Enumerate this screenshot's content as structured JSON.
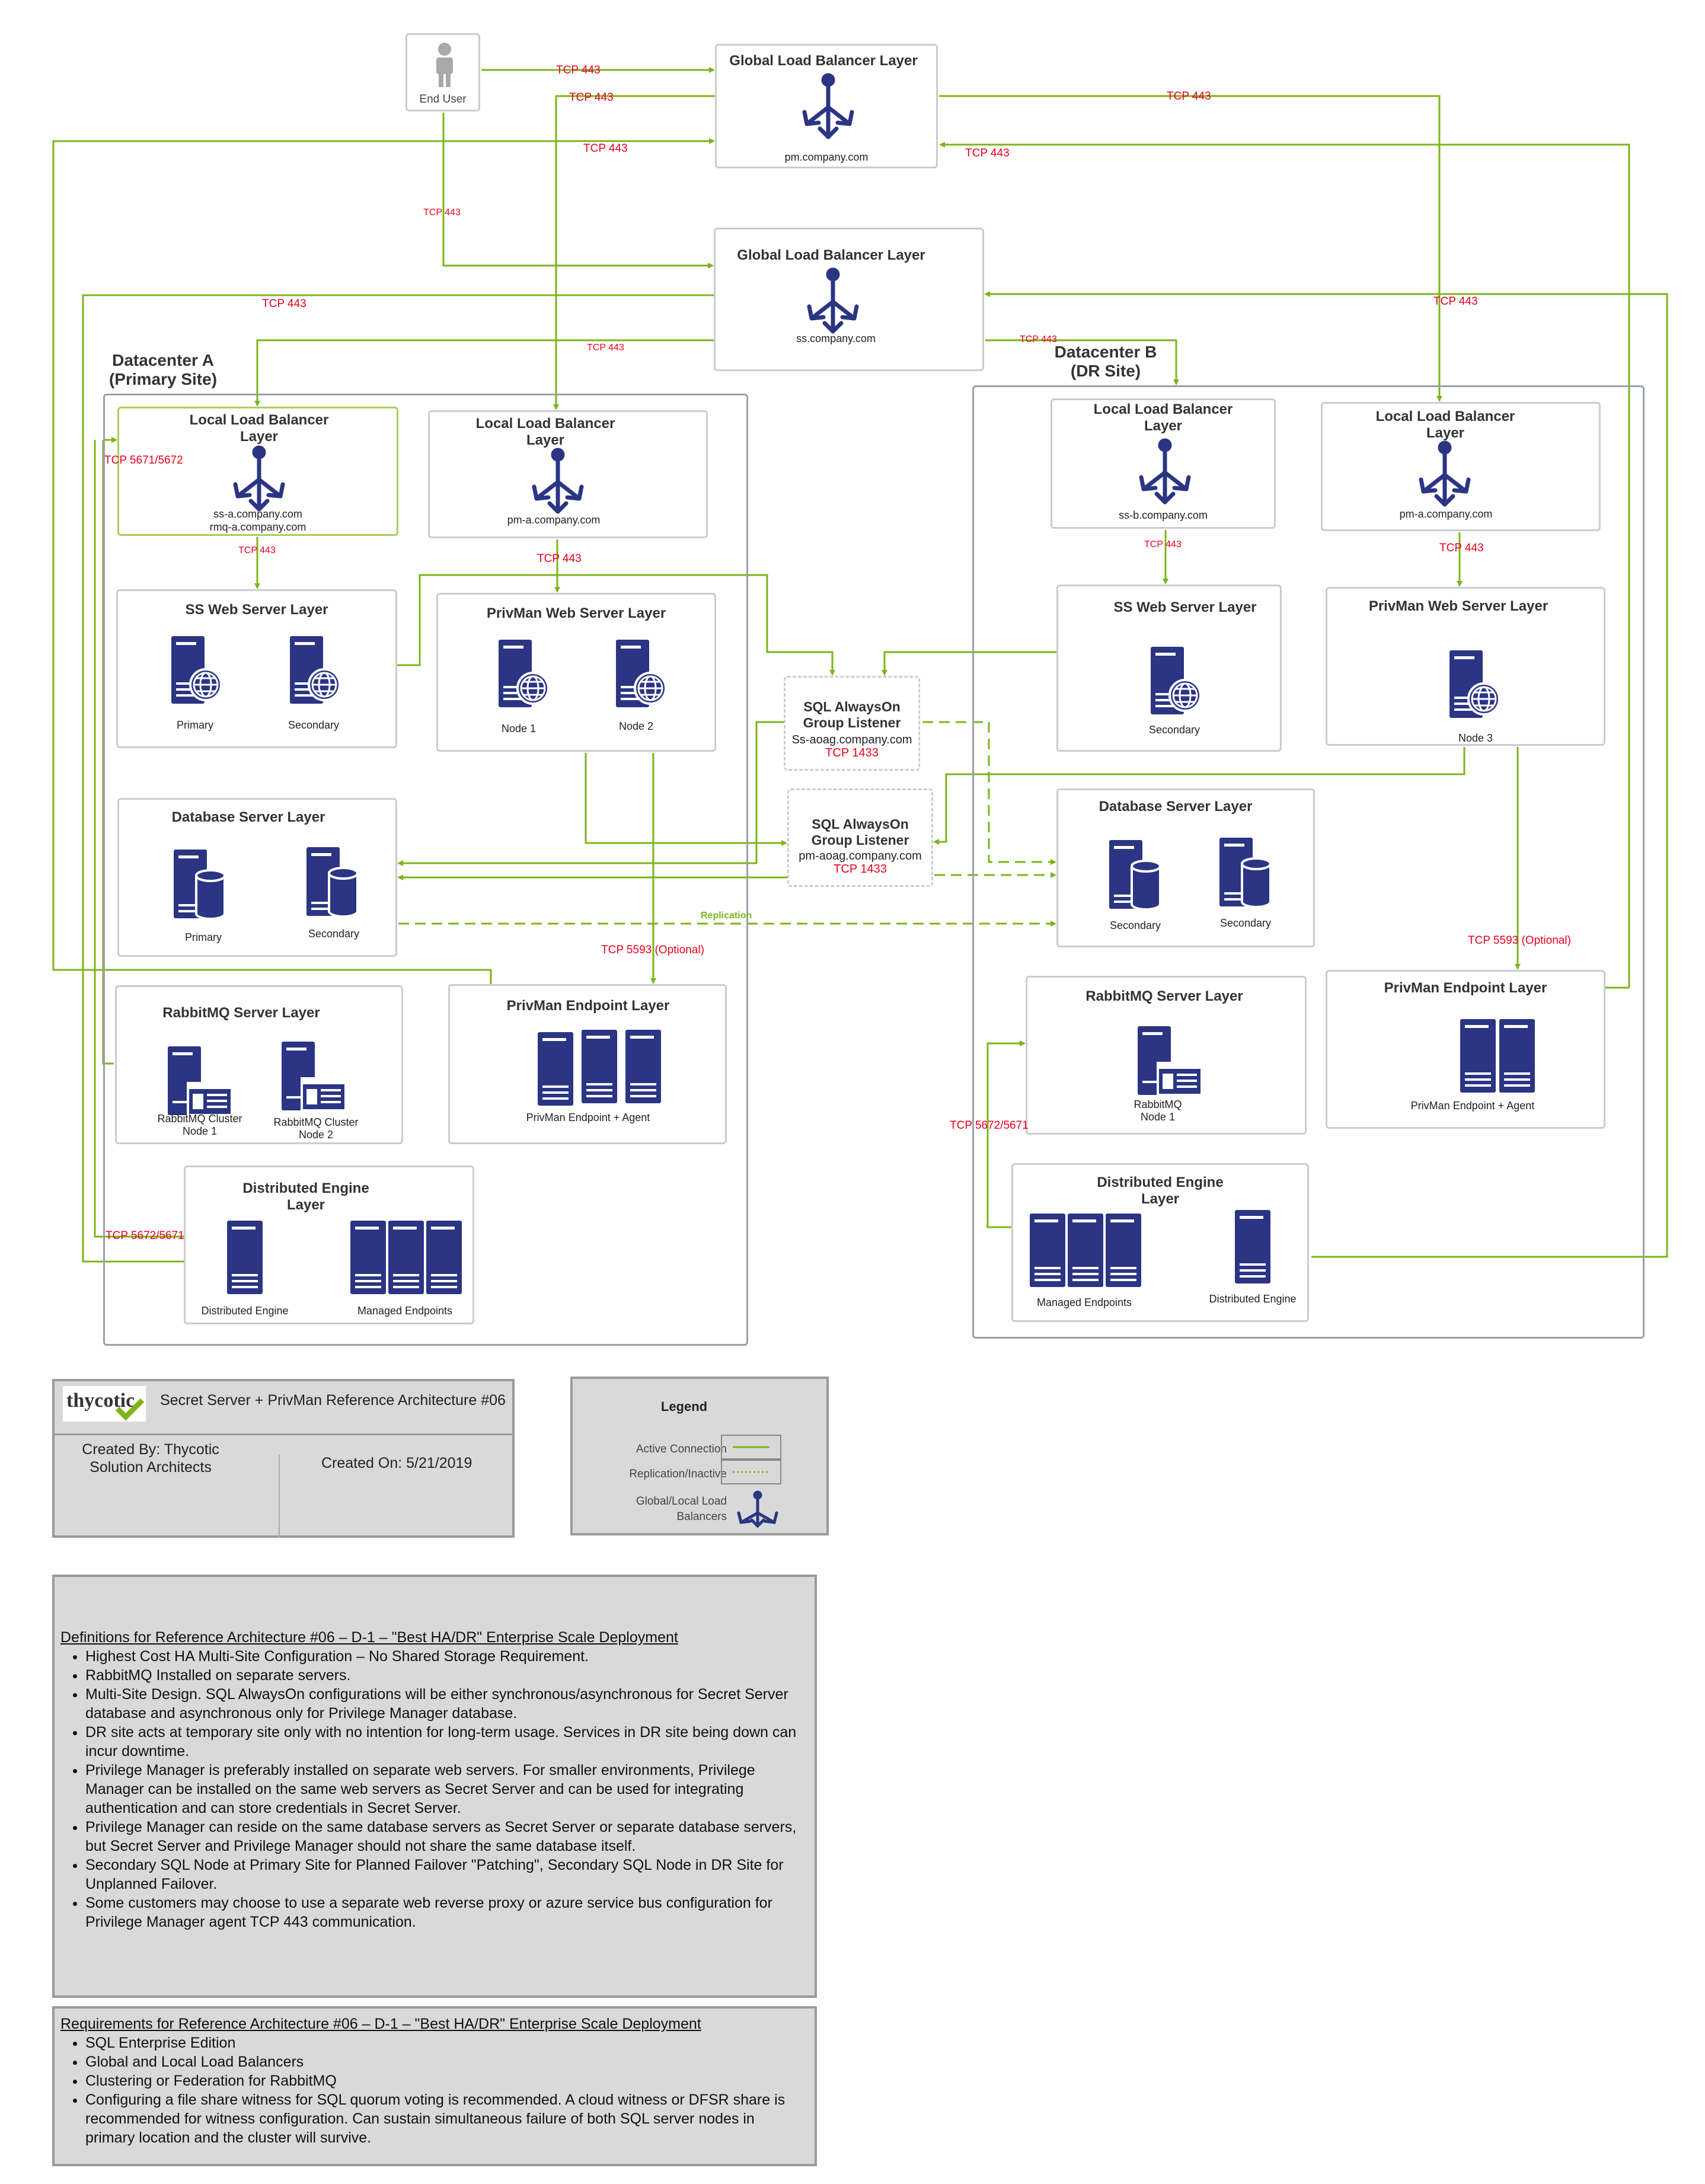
{
  "diagram": {
    "end_user": "End User",
    "gslb_pm": {
      "title": "Global Load Balancer Layer",
      "host": "pm.company.com"
    },
    "gslb_ss": {
      "title": "Global Load Balancer Layer",
      "host": "ss.company.com"
    },
    "dc_a": {
      "title": "Datacenter A",
      "subtitle": "(Primary Site)"
    },
    "dc_b": {
      "title": "Datacenter B",
      "subtitle": "(DR Site)"
    },
    "a_llb_ss": {
      "title1": "Local Load Balancer",
      "title2": "Layer",
      "host1": "ss-a.company.com",
      "host2": "rmq-a.company.com"
    },
    "a_llb_pm": {
      "title1": "Local Load Balancer",
      "title2": "Layer",
      "host1": "pm-a.company.com"
    },
    "a_ssweb": {
      "title": "SS Web Server Layer",
      "n1": "Primary",
      "n2": "Secondary"
    },
    "a_pmweb": {
      "title": "PrivMan Web Server Layer",
      "n1": "Node 1",
      "n2": "Node 2"
    },
    "a_db": {
      "title": "Database Server Layer",
      "n1": "Primary",
      "n2": "Secondary"
    },
    "a_rmq": {
      "title": "RabbitMQ Server Layer",
      "n1a": "RabbitMQ Cluster",
      "n1b": "Node 1",
      "n2a": "RabbitMQ Cluster",
      "n2b": "Node 2"
    },
    "a_pmep": {
      "title": "PrivMan Endpoint Layer",
      "cap": "PrivMan Endpoint + Agent"
    },
    "a_de": {
      "title1": "Distributed Engine",
      "title2": "Layer",
      "n1": "Distributed Engine",
      "n2": "Managed Endpoints"
    },
    "sql1": {
      "t1": "SQL AlwaysOn",
      "t2": "Group Listener",
      "host": "Ss-aoag.company.com",
      "port": "TCP 1433"
    },
    "sql2": {
      "t1": "SQL AlwaysOn",
      "t2": "Group Listener",
      "host": "pm-aoag.company.com",
      "port": "TCP 1433"
    },
    "b_llb_ss": {
      "title1": "Local Load Balancer",
      "title2": "Layer",
      "host1": "ss-b.company.com"
    },
    "b_llb_pm": {
      "title1": "Local Load Balancer",
      "title2": "Layer",
      "host1": "pm-a.company.com"
    },
    "b_ssweb": {
      "title": "SS Web Server Layer",
      "n1": "Secondary"
    },
    "b_pmweb": {
      "title": "PrivMan Web Server Layer",
      "n1": "Node 3"
    },
    "b_db": {
      "title": "Database Server Layer",
      "n1": "Secondary",
      "n2": "Secondary"
    },
    "b_rmq": {
      "title": "RabbitMQ Server Layer",
      "n1a": "RabbitMQ",
      "n1b": "Node 1"
    },
    "b_pmep": {
      "title": "PrivMan Endpoint Layer",
      "cap": "PrivMan Endpoint + Agent"
    },
    "b_de": {
      "title1": "Distributed Engine",
      "title2": "Layer",
      "n1": "Managed Endpoints",
      "n2": "Distributed Engine"
    },
    "ports": {
      "p443": "TCP 443",
      "p5671": "TCP 5671/5672",
      "p5672": "TCP 5672/5671",
      "p5593": "TCP 5593 (Optional)",
      "replication": "Replication"
    },
    "colors": {
      "line": "#7cb518",
      "icon": "#2b3584",
      "port": "#e8001c"
    }
  },
  "title_block": {
    "logo": "thycotic",
    "title": "Secret Server + PrivMan Reference Architecture #06",
    "created_by": "Created By: Thycotic Solution Architects",
    "created_on": "Created On: 5/21/2019"
  },
  "legend": {
    "title": "Legend",
    "active": "Active Connection",
    "replication": "Replication/Inactive",
    "lb1": "Global/Local Load",
    "lb2": "Balancers"
  },
  "definitions": {
    "heading": "Definitions for Reference Architecture #06 – D-1 – \"Best HA/DR\" Enterprise Scale Deployment",
    "items": [
      "Highest Cost HA Multi-Site Configuration – No Shared Storage Requirement.",
      "RabbitMQ Installed on separate servers.",
      "Multi-Site Design. SQL AlwaysOn configurations will be either synchronous/asynchronous for Secret Server database and asynchronous only for Privilege Manager database.",
      "DR site acts at temporary site only with no intention for long-term usage. Services in DR site being down can incur downtime.",
      "Privilege Manager is preferably installed on separate web servers. For smaller environments, Privilege Manager can be installed on the same web servers as Secret Server and can be used for integrating authentication and can store credentials in Secret Server.",
      "Privilege Manager can reside on the same database servers as Secret Server or separate database servers, but Secret Server and Privilege Manager should not share the same database itself.",
      "Secondary SQL Node at Primary Site for Planned Failover \"Patching\", Secondary SQL Node in DR Site for Unplanned Failover.",
      "Some customers may choose to use a separate web reverse proxy or azure service bus configuration for Privilege Manager agent TCP 443 communication."
    ]
  },
  "requirements": {
    "heading": "Requirements for Reference Architecture #06 – D-1 – \"Best HA/DR\" Enterprise Scale Deployment",
    "items": [
      "SQL Enterprise Edition",
      "Global and Local Load Balancers",
      "Clustering or Federation for RabbitMQ",
      "Configuring a file share witness for SQL quorum voting is recommended. A cloud witness or DFSR share is recommended for witness configuration. Can sustain simultaneous failure of both SQL server nodes in primary location and the cluster will survive."
    ]
  }
}
